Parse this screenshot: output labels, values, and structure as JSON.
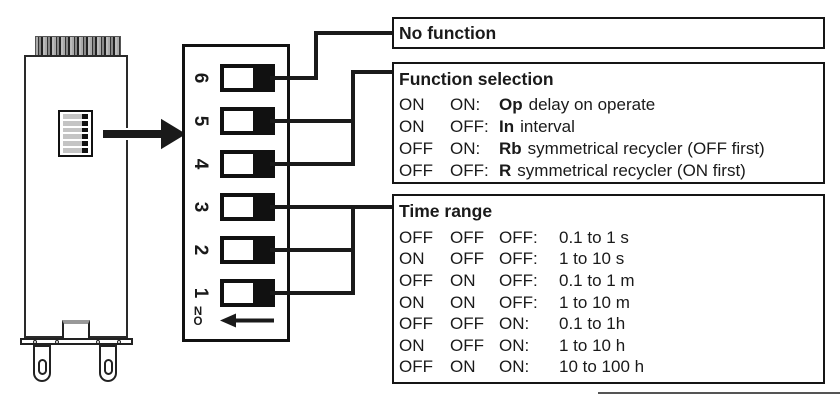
{
  "palette": {
    "ink": "#1a1a1a",
    "paper": "#ffffff",
    "gray": "#999999"
  },
  "panel": {
    "on_label": "ON",
    "switch_numbers": [
      "6",
      "5",
      "4",
      "3",
      "2",
      "1"
    ]
  },
  "annotations": {
    "no_function": {
      "title": "No function"
    },
    "function_selection": {
      "title": "Function selection",
      "rows": [
        {
          "c1": "ON",
          "c2": "ON:",
          "code": "Op",
          "desc": "delay on operate"
        },
        {
          "c1": "ON",
          "c2": "OFF:",
          "code": "In",
          "desc": "interval"
        },
        {
          "c1": "OFF",
          "c2": "ON:",
          "code": "Rb",
          "desc": "symmetrical recycler (OFF first)"
        },
        {
          "c1": "OFF",
          "c2": "OFF:",
          "code": "R",
          "desc": "symmetrical recycler (ON first)"
        }
      ]
    },
    "time_range": {
      "title": "Time range",
      "rows": [
        {
          "c1": "OFF",
          "c2": "OFF",
          "c3": "OFF:",
          "range": "0.1 to 1 s"
        },
        {
          "c1": "ON",
          "c2": "OFF",
          "c3": "OFF:",
          "range": "1 to 10 s"
        },
        {
          "c1": "OFF",
          "c2": "ON",
          "c3": "OFF:",
          "range": "0.1 to 1 m"
        },
        {
          "c1": "ON",
          "c2": "ON",
          "c3": "OFF:",
          "range": "1 to 10 m"
        },
        {
          "c1": "OFF",
          "c2": "OFF",
          "c3": "ON:",
          "range": "0.1 to 1h"
        },
        {
          "c1": "ON",
          "c2": "OFF",
          "c3": "ON:",
          "range": "1 to 10 h"
        },
        {
          "c1": "OFF",
          "c2": "ON",
          "c3": "ON:",
          "range": "10 to 100 h"
        }
      ]
    }
  }
}
